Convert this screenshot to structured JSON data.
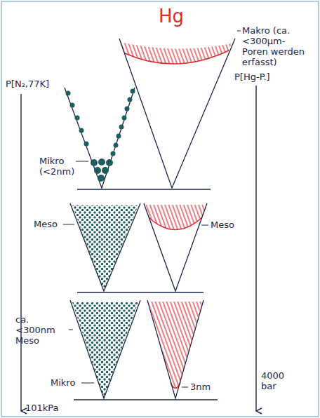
{
  "diagram": {
    "labels": [
      "Hg",
      "Makro (ca. <300µm- Poren werden erfasst)",
      "P[N₂,77K]",
      "Mikro (<2nm)",
      "P[Hg-P.]",
      "Meso",
      "Meso",
      "ca. <300nm Meso",
      "Mikro",
      "3nm",
      "4000 bar",
      "101kPa"
    ]
  }
}
